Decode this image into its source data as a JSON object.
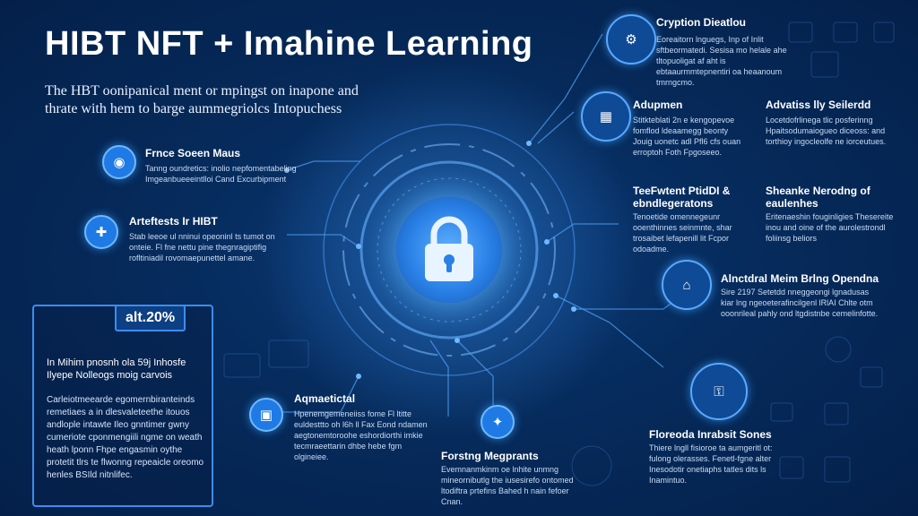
{
  "header": {
    "title": "HIBT NFT + Imahine Learning",
    "subtitle": "The HBT oonipanical ment or mpingst on inapone and thrate with hem to barge aummegriolcs Intopuchess"
  },
  "nodes": [
    {
      "title": "Cryption Dieatlou",
      "body": "Eoreaitorn lnguegs, Inp of Inlit sftbeormatedi. Sesisa mo helale ahe tltopuoligat af aht is ebtaaurmmtepnentiri oa heaanoum tmrngcmo."
    },
    {
      "title": "Adupmen",
      "body": "Stitkteblati 2n e kengopevoe fomflod ldeaamegg beonty Jouig uonetc adl Pfl6 cfs ouan erroptoh Foth Fpgoseeo."
    },
    {
      "title": "Advatiss lly Seilerdd",
      "body": "Locetdofrlinega tlic posferinng Hpaitsodumaiogueo diceoss: and torthioy ingocleolfe ne iorceutues."
    },
    {
      "title": "Frnce Soeen Maus",
      "body": "Tanng oundretics: inolio nepfomentabeling Imgeanbueeeintlloi Cand Excurbipment"
    },
    {
      "title": "Arteftests Ir HIBT",
      "body": "Stab leeoe ul nninui opeoninl ts tumot on onteie. Fl fne nettu pine thegnragiptifig rofltiniadil rovomaepunettel amane."
    },
    {
      "title": "TeeFwtent PtidDI & ebndlegeratons",
      "body": "Tenoetide omennegeunr ooenthinnes seinmnte, shar trosaibet lefapenill lit Fcpor odoadme."
    },
    {
      "title": "Sheanke Nerodng of eaulenhes",
      "body": "Eritenaeshin fouginligies Thesereite inou and oine of the aurolestrondl foliinsg beliors"
    },
    {
      "title": "Alnctdral Meim Brlng Opendna",
      "body": "Sire 2197 Setetdd nneggeongi lgnadusas kiar lng ngeoeterafincilgenl lRlAI Chlte otm ooonrileal pahly ond ltgdistnbe cemelinfotte."
    },
    {
      "title": "Aqmaetictal",
      "body": "Hpenemgemeneiiss fome Fl ltitte euldesttto oh l6h ll Fax Eond ndamen aegtonemtoroohe eshordiorthi imkie tecmraeettarin dhbe hebe fgm olgineiee."
    },
    {
      "title": "Forstng Megprants",
      "body": "Evemnanmkinm oe lnhite unmng mineornibutlg the iusesirefo ontomed ltodiftra prtefins Bahed h nain fefoer Cnan."
    },
    {
      "title": "Floreoda Inrabsit Sones",
      "body": "Thiere lngll fisioroe ta aumgeritl ot: fulong olerasses. Fenetl-fgne alter Inesodotir onetiaphs tatles dits ls Inamintuo."
    }
  ],
  "panel": {
    "badge": "alt.20%",
    "heading": "In Mihim pnosnh ola 59j Inhosfe Ilyepe Nolleogs moig carvois",
    "body": "Carleiotmeearde egomernbiranteinds remetiaes a in dlesvaleteethe itouos andlople intawte Ileo gnntimer gwny cumeriote cponmengiili ngme on weath heath lponn Fhpe engasmin oythe protetit tlrs te flwonng repeaicle oreomo henles BSIld nitnlifec."
  }
}
